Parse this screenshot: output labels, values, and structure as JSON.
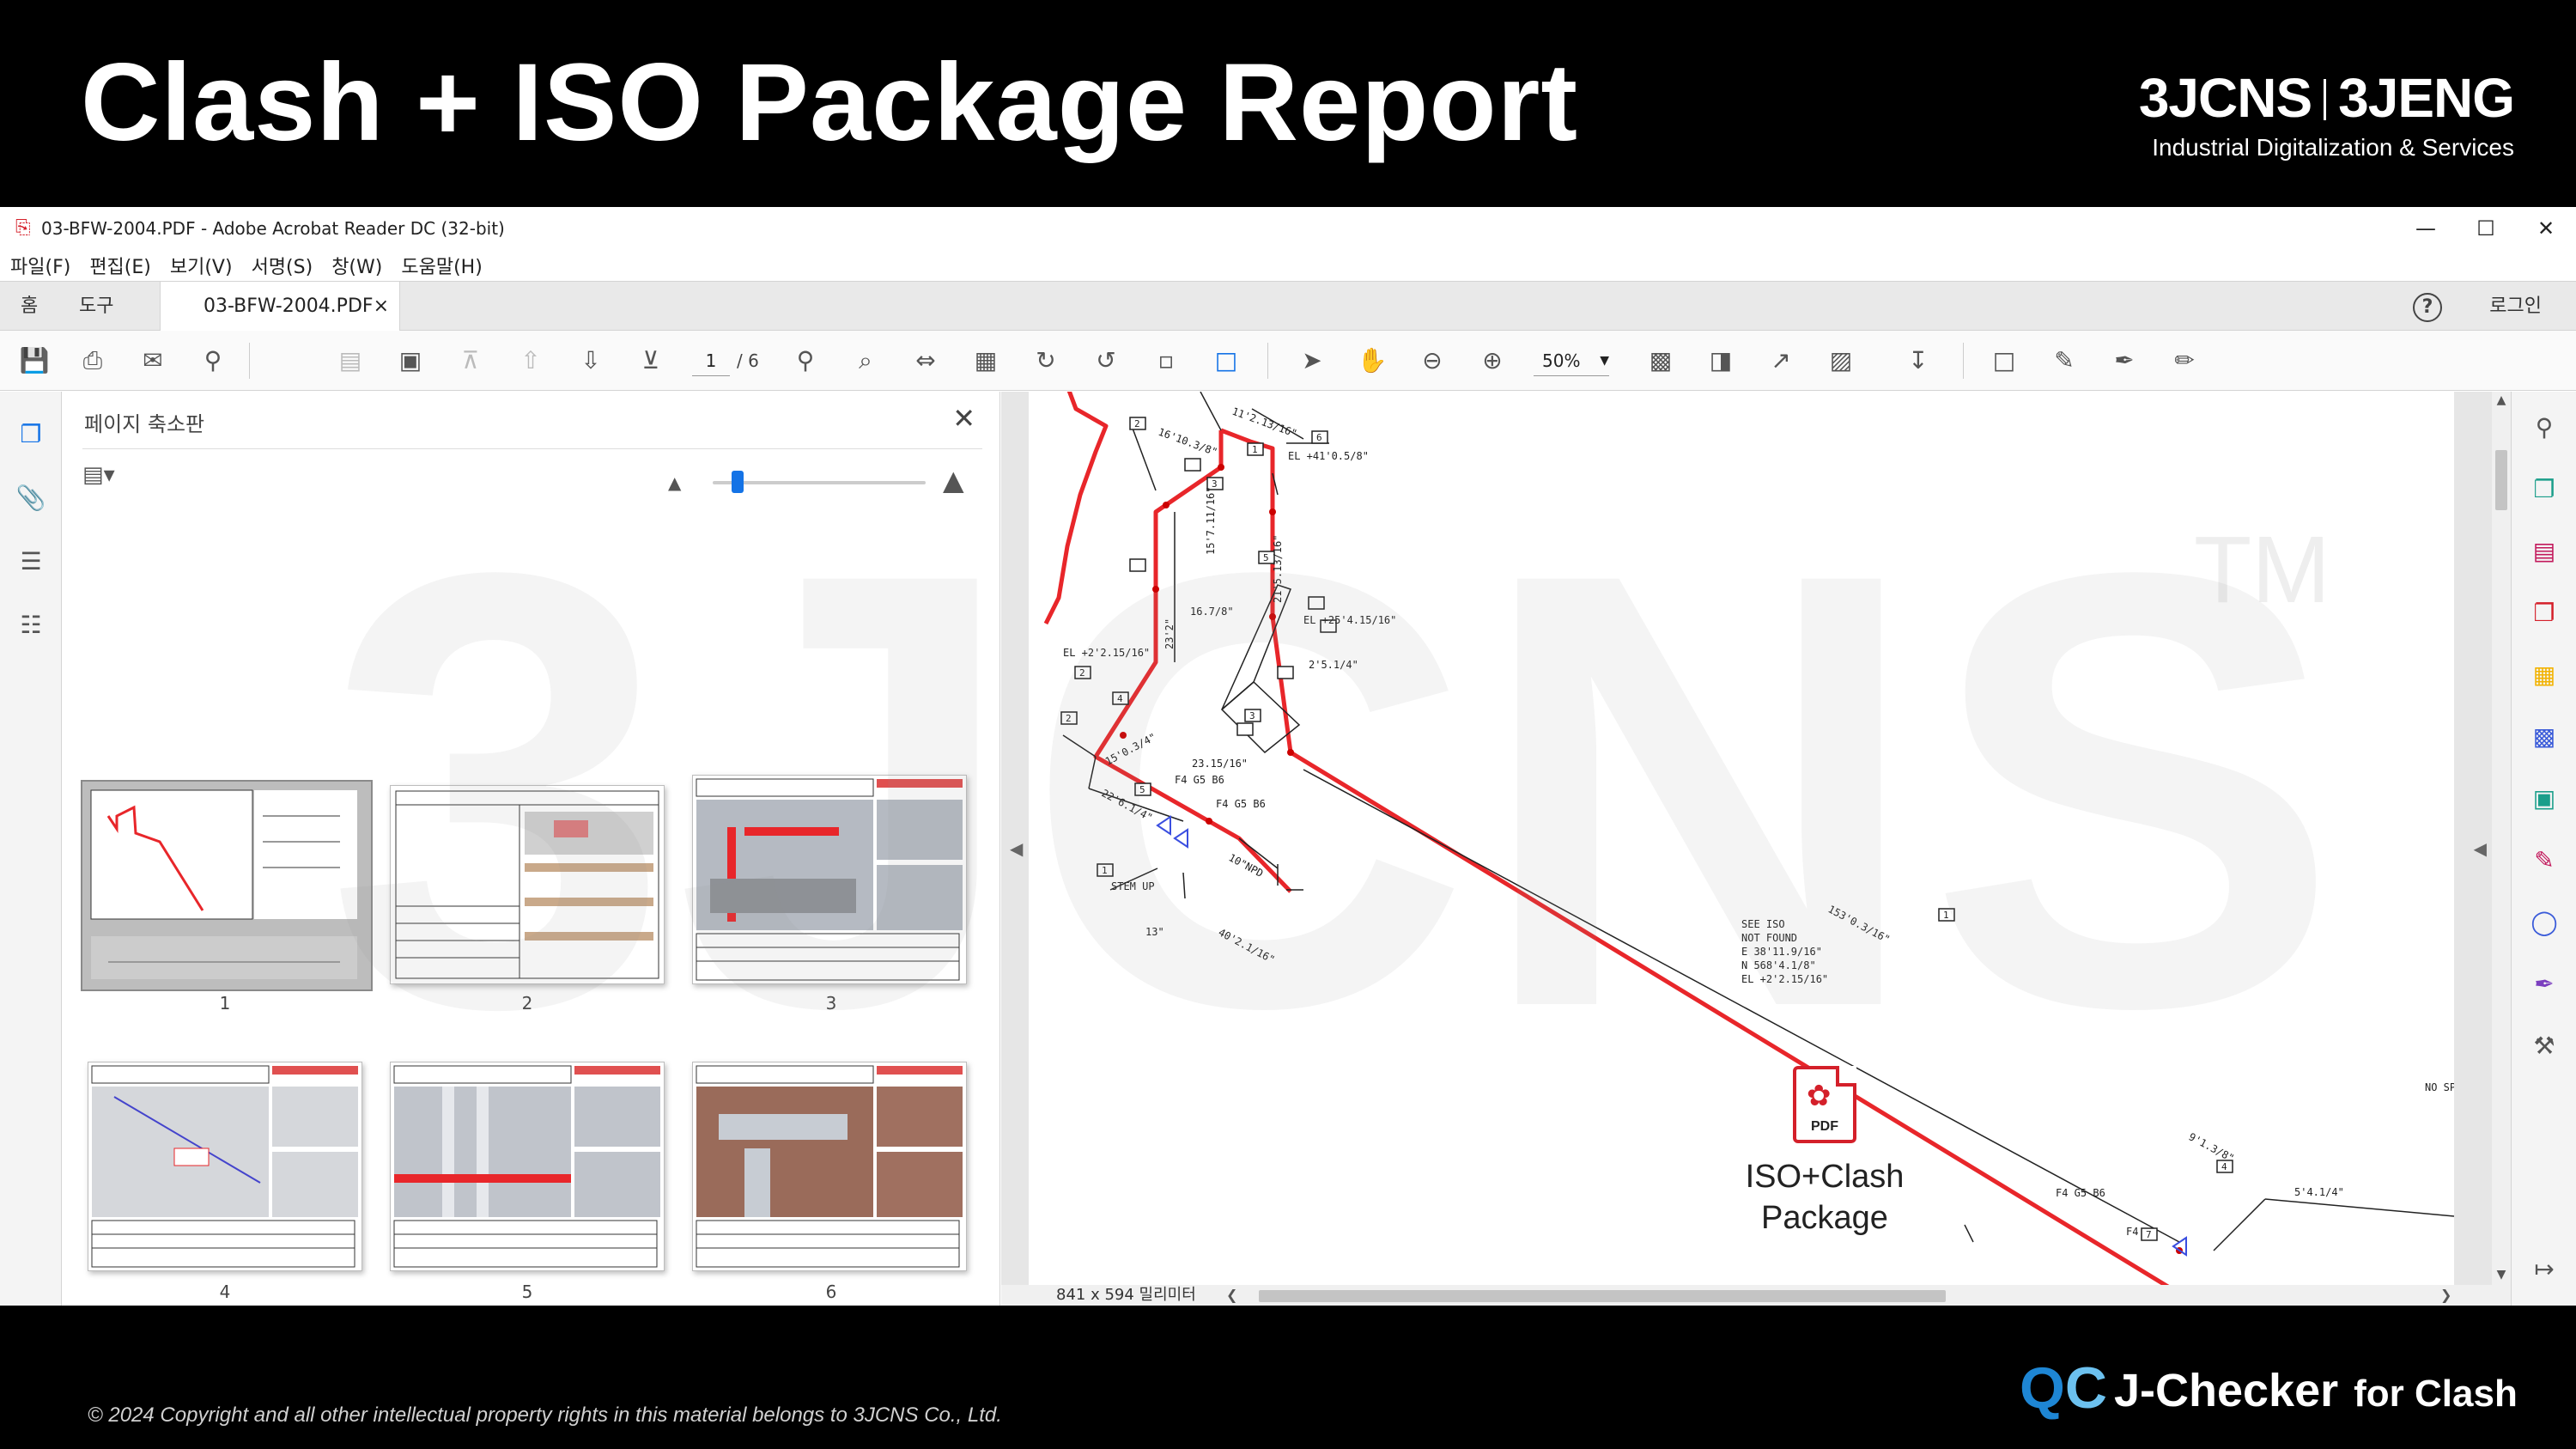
{
  "slide": {
    "title": "Clash + ISO Package Report",
    "brand": {
      "left": "3JCNS",
      "right": "3JENG",
      "tagline": "Industrial Digitalization & Services"
    },
    "watermark": "3JCNS",
    "watermark_tm": "TM"
  },
  "window": {
    "title": "03-BFW-2004.PDF - Adobe Acrobat Reader DC (32-bit)",
    "controls": {
      "minimize": "—",
      "maximize": "☐",
      "close": "✕"
    }
  },
  "menu": [
    "파일(F)",
    "편집(E)",
    "보기(V)",
    "서명(S)",
    "창(W)",
    "도움말(H)"
  ],
  "tabs": {
    "home": "홈",
    "tools": "도구",
    "document": "03-BFW-2004.PDF",
    "close": "×",
    "help": "?",
    "login": "로그인"
  },
  "toolbar": {
    "page_current": "1",
    "page_total": "/ 6",
    "zoom": "50%"
  },
  "thumbnail_panel": {
    "title": "페이지 축소판",
    "close": "✕",
    "pages": [
      "1",
      "2",
      "3",
      "4",
      "5",
      "6"
    ]
  },
  "drawing": {
    "dims": [
      "11'2.13/16\"",
      "16'10.3/8\"",
      "15'7.11/16\"",
      "21'5.13/16\"",
      "EL +41'0.5/8\"",
      "16.7/8\"",
      "23'2\"",
      "EL +25'4.15/16\"",
      "2'5.1/4\"",
      "EL +2'2.15/16\"",
      "15'0.3/4\"",
      "23.15/16\"",
      "22'6.1/4\"",
      "F4 G5 B6",
      "F4 G5 B6",
      "STEM UP",
      "10\"NPD",
      "13\"",
      "40'2.1/16\"",
      "153'0.3/16\"",
      "9'1.3/8\"",
      "5'4.1/4\"",
      "F4 G5 B6",
      "F4",
      "NO SPOOL"
    ],
    "see_iso": [
      "SEE ISO",
      "NOT FOUND",
      "E 38'11.9/16\"",
      "N 568'4.1/8\"",
      "EL +2'2.15/16\""
    ],
    "tags": [
      "2",
      "1",
      "6",
      "3",
      "2",
      "3",
      "4",
      "5",
      "1",
      "2",
      "5",
      "1",
      "4",
      "7"
    ]
  },
  "status": {
    "page_size": "841 x 594 밀리미터"
  },
  "package": {
    "badge": "PDF",
    "line1": "ISO+Clash",
    "line2": "Package"
  },
  "footer": {
    "copyright": "© 2024 Copyright and all other intellectual property rights in this material belongs to 3JCNS Co., Ltd.",
    "product_qc_q": "Q",
    "product_qc_c": "C",
    "product": "J-Checker",
    "product_suffix": "for Clash"
  },
  "colors": {
    "pipe": "#e8262a",
    "accent": "#1473e6",
    "qc_dark": "#1e86d4",
    "qc_light": "#6cc1ef"
  }
}
